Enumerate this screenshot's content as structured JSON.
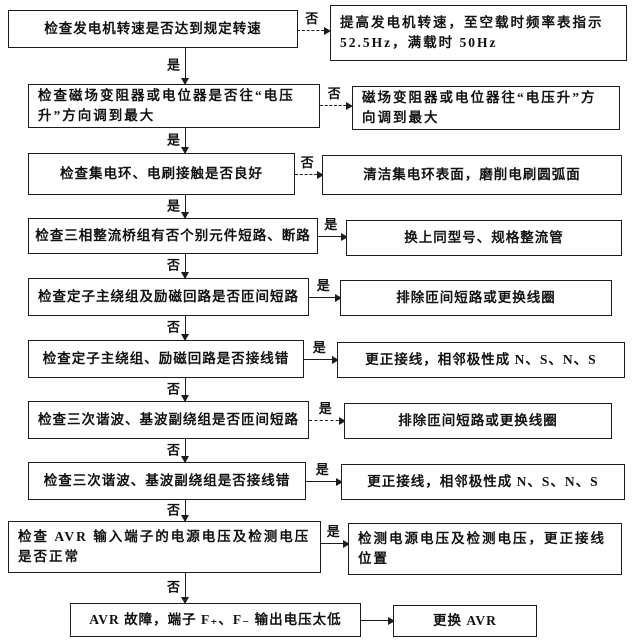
{
  "diagram": {
    "title": "generator-voltage-troubleshooting-flowchart",
    "rows": [
      {
        "left": "检查发电机转速是否达到规定转速",
        "branch_label": "否",
        "right": "提高发电机转速，至空载时频率表指示 52.5Hz，满载时 50Hz",
        "down_label": "是"
      },
      {
        "left": "检查磁场变阻器或电位器是否往“电压升”方向调到最大",
        "branch_label": "否",
        "right": "磁场变阻器或电位器往“电压升”方向调到最大",
        "down_label": "是"
      },
      {
        "left": "检查集电环、电刷接触是否良好",
        "branch_label": "否",
        "right": "清洁集电环表面，磨削电刷圆弧面",
        "down_label": "是"
      },
      {
        "left": "检查三相整流桥组有否个别元件短路、断路",
        "branch_label": "是",
        "right": "换上同型号、规格整流管",
        "down_label": "否"
      },
      {
        "left": "检查定子主绕组及励磁回路是否匝间短路",
        "branch_label": "是",
        "right": "排除匝间短路或更换线圈",
        "down_label": "否"
      },
      {
        "left": "检查定子主绕组、励磁回路是否接线错",
        "branch_label": "是",
        "right": "更正接线，相邻极性成 N、S、N、S",
        "down_label": "否"
      },
      {
        "left": "检查三次谐波、基波副绕组是否匝间短路",
        "branch_label": "是",
        "right": "排除匝间短路或更换线圈",
        "down_label": "否"
      },
      {
        "left": "检查三次谐波、基波副绕组是否接线错",
        "branch_label": "是",
        "right": "更正接线，相邻极性成 N、S、N、S",
        "down_label": "否"
      },
      {
        "left": "检查 AVR 输入端子的电源电压及检测电压是否正常",
        "branch_label": "是",
        "right": "检测电源电压及检测电压，更正接线位置",
        "down_label": "否"
      },
      {
        "left": "AVR 故障，端子 F₊、F₋ 输出电压太低",
        "right": "更换 AVR"
      }
    ]
  }
}
